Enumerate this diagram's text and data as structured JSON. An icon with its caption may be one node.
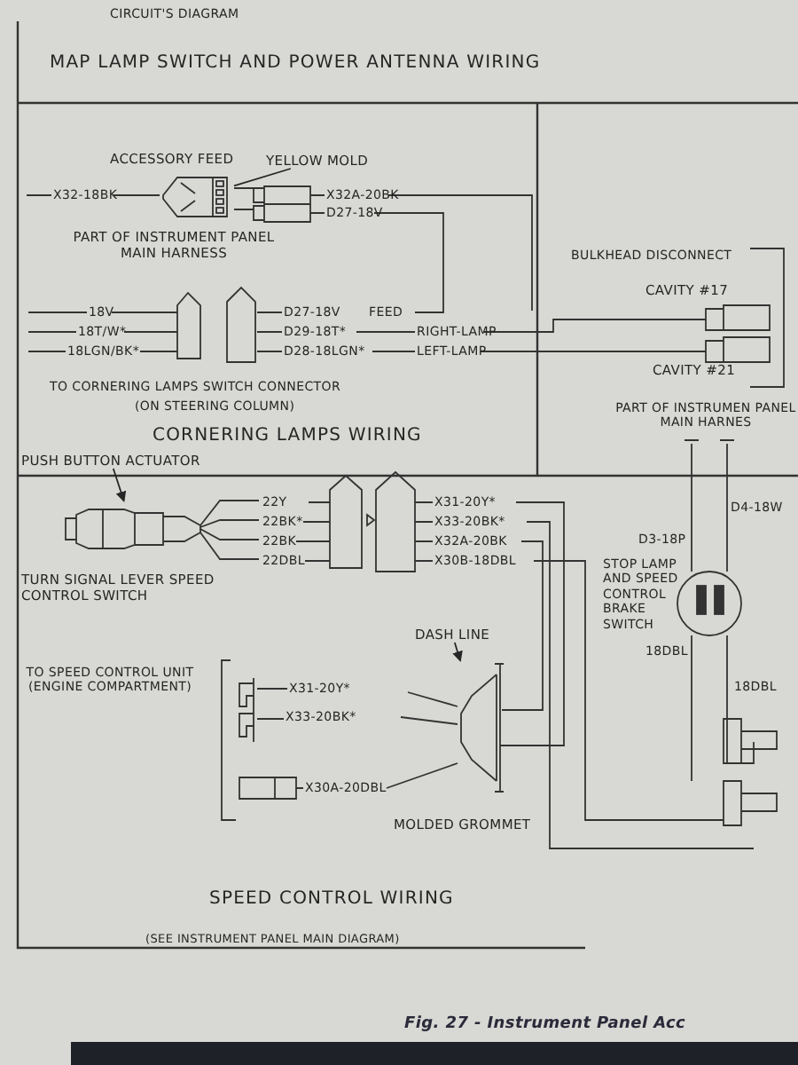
{
  "diagram": {
    "nodes": [
      {
        "text": [
          "YELLOW MOLD"
        ]
      },
      {
        "text": [],
        "shape": "picture",
        "beside": [
          "ACCESSORY FEED"
        ]
      },
      {
        "text": [
          "PUSH BUTTON ACTUATOR"
        ]
      },
      {
        "text": [],
        "shape": "picture"
      },
      {
        "text": [
          "DASH LINE"
        ]
      },
      {
        "text": [],
        "shape": "picture",
        "beside": [
          "MOLDED GROMMET"
        ]
      }
    ],
    "edges": [
      {
        "from": 0,
        "to": 1,
        "arrow": "none"
      },
      {
        "from": 2,
        "to": 3,
        "arrow": "to"
      },
      {
        "from": 4,
        "to": 5,
        "arrow": "to"
      }
    ],
    "labels": [
      "CIRCUIT'S DIAGRAM",
      "MAP LAMP SWITCH AND POWER ANTENNA WIRING",
      "X32-18BK",
      "X32A-20BK",
      "D27-18V",
      "PART OF INSTRUMENT PANEL MAIN HARNESS",
      "BULKHEAD DISCONNECT",
      "CAVITY #17",
      "18V",
      "D27-18V",
      "FEED",
      "18T/W*",
      "D29-18T*",
      "RIGHT-LAMP",
      "18LGN/BK*",
      "D28-18LGN*",
      "LEFT-LAMP",
      "CAVITY #21",
      "TO CORNERING LAMPS SWITCH CONNECTOR",
      "(ON STEERING COLUMN)",
      "PART OF INSTRUMEN PANEL MAIN HARNES",
      "CORNERING LAMPS WIRING",
      "22Y",
      "X31-20Y*",
      "22BK*",
      "X33-20BK*",
      "22BK",
      "X32A-20BK",
      "22DBL",
      "X30B-18DBL",
      "D4-18W",
      "D3-18P",
      "TURN SIGNAL LEVER SPEED CONTROL SWITCH",
      "STOP LAMP AND SPEED CONTROL BRAKE SWITCH",
      "TO SPEED CONTROL UNIT (ENGINE COMPARTMENT)",
      "X31-20Y*",
      "X33-20BK*",
      "X30A-20DBL",
      "18DBL",
      "18DBL",
      "SPEED CONTROL WIRING",
      "(SEE INSTRUMENT PANEL MAIN DIAGRAM)",
      "Fig. 27 - Instrument Panel Acc"
    ]
  }
}
